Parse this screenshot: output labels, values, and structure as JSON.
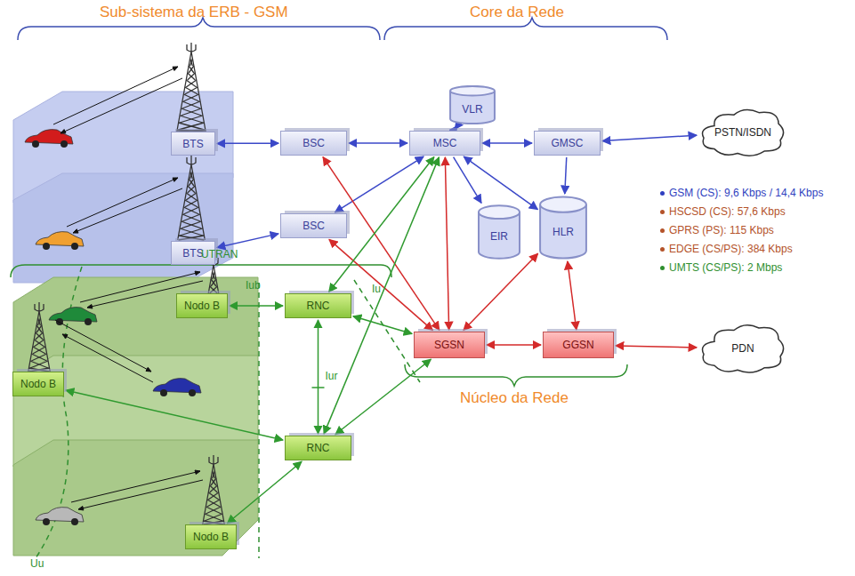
{
  "diagram": {
    "nodes": [
      {
        "text": [
          "BTS"
        ]
      },
      {
        "text": [
          "BSC"
        ]
      },
      {
        "text": [
          "VLR"
        ]
      },
      {
        "text": [
          "MSC"
        ]
      },
      {
        "text": [
          "GMSC"
        ]
      },
      {
        "text": [
          "PSTN/ISDN"
        ]
      },
      {
        "text": [
          "BTS"
        ]
      },
      {
        "text": [
          "BSC"
        ]
      },
      {
        "text": [
          "EIR"
        ]
      },
      {
        "text": [
          "HLR"
        ]
      },
      {
        "text": [
          "Nodo B"
        ]
      },
      {
        "text": [
          "RNC"
        ]
      },
      {
        "text": [
          "SGSN"
        ]
      },
      {
        "text": [
          "GGSN"
        ]
      },
      {
        "text": [
          "PDN"
        ]
      },
      {
        "text": [
          "Nodo B"
        ]
      },
      {
        "text": [
          "RNC"
        ]
      },
      {
        "text": [
          "Nodo B"
        ]
      }
    ],
    "edges": [
      {
        "from": 0,
        "to": 1,
        "arrow": "both"
      },
      {
        "from": 6,
        "to": 7,
        "arrow": "both"
      },
      {
        "from": 1,
        "to": 3,
        "arrow": "both"
      },
      {
        "from": 7,
        "to": 3,
        "arrow": "both"
      },
      {
        "from": 3,
        "to": 2,
        "arrow": "both"
      },
      {
        "from": 3,
        "to": 4,
        "arrow": "both"
      },
      {
        "from": 4,
        "to": 5,
        "arrow": "both"
      },
      {
        "from": 3,
        "to": 8,
        "arrow": "to"
      },
      {
        "from": 3,
        "to": 9,
        "arrow": "both"
      },
      {
        "from": 4,
        "to": 9,
        "arrow": "to"
      },
      {
        "from": 1,
        "to": 12,
        "arrow": "both"
      },
      {
        "from": 7,
        "to": 12,
        "arrow": "both"
      },
      {
        "from": 3,
        "to": 12,
        "arrow": "both"
      },
      {
        "from": 9,
        "to": 12,
        "arrow": "both"
      },
      {
        "from": 9,
        "to": 13,
        "arrow": "both"
      },
      {
        "from": 12,
        "to": 13,
        "arrow": "both"
      },
      {
        "from": 13,
        "to": 14,
        "arrow": "both"
      },
      {
        "from": 10,
        "to": 11,
        "arrow": "both"
      },
      {
        "from": 15,
        "to": 16,
        "arrow": "both"
      },
      {
        "from": 17,
        "to": 16,
        "arrow": "both"
      },
      {
        "from": 11,
        "to": 16,
        "arrow": "both",
        "label": "Iur"
      },
      {
        "from": 11,
        "to": 3,
        "arrow": "both"
      },
      {
        "from": 16,
        "to": 3,
        "arrow": "both"
      },
      {
        "from": 11,
        "to": 12,
        "arrow": "both"
      },
      {
        "from": 16,
        "to": 12,
        "arrow": "both"
      }
    ],
    "labels": [
      "Sub-sistema da ERB - GSM",
      "Core da Rede",
      "UTRAN",
      "Iub",
      "Iu",
      "Uu",
      "Núcleo da Rede"
    ],
    "legend": [
      {
        "text": "GSM (CS): 9,6 Kbps / 14,4 Kbps",
        "color": "#2f3fc0"
      },
      {
        "text": "HSCSD (CS): 57,6 Kbps",
        "color": "#b4532a"
      },
      {
        "text": "GPRS (PS): 115 Kbps",
        "color": "#b4532a"
      },
      {
        "text": "EDGE (CS/PS): 384 Kbps",
        "color": "#b4532a"
      },
      {
        "text": "UMTS (CS/PS): 2 Mbps",
        "color": "#2f8f2f"
      }
    ]
  }
}
